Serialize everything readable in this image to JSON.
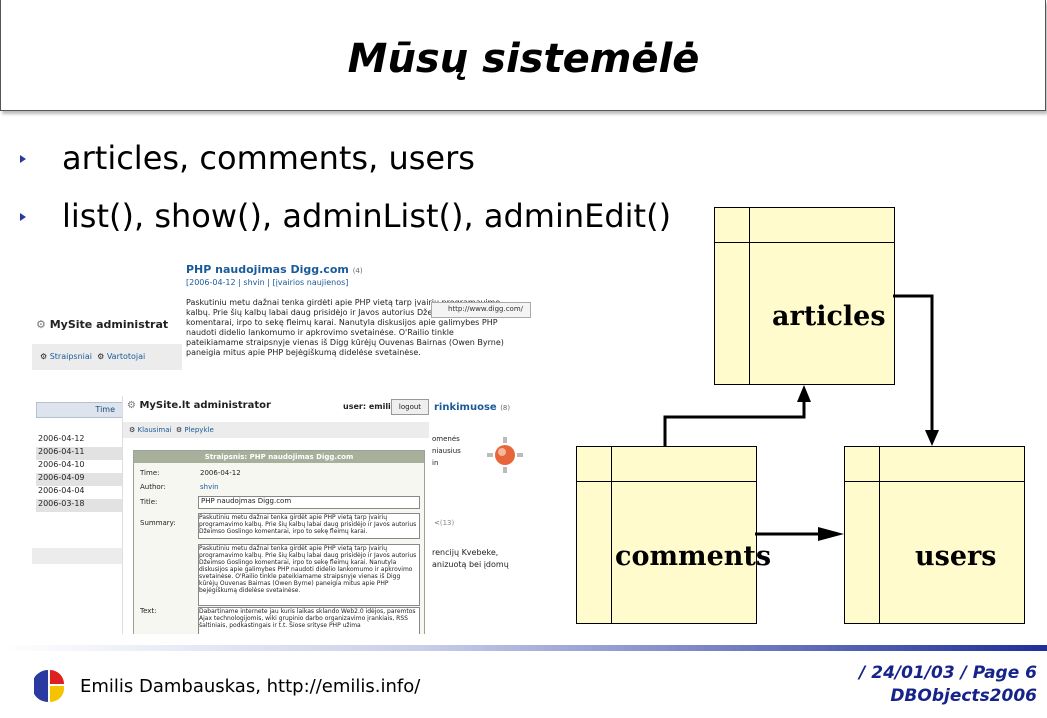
{
  "title": "Mūsų sistemėlė",
  "bullets": [
    "articles, comments, users",
    "list(), show(), adminList(), adminEdit()"
  ],
  "screenshot": {
    "article_title": "PHP naudojimas Digg.com",
    "article_count": "(4)",
    "article_meta": "[2006-04-12 | shvin | [įvairios naujienos]",
    "article_body": "Paskutiniu metu dažnai tenka girdėti apie PHP vietą tarp įvairių programavimo kalbų. Prie šių kalbų labai daug prisidėjo ir Javos autorius Džeimso Goslingo komentarai, irpo to sekę fleimų karai. Nanutyla diskusijos apie galimybes PHP naudoti didelio lankomumo ir apkrovimo svetainėse. O'Railio tinkle pateikiamame straipsnyje vienas iš Digg kūrėjų Ouvenas Bairnas (Owen Byrne) paneigia mitus apie PHP bejėgiškumą didelėse svetainėse.",
    "digg_url": "http://www.digg.com/",
    "mysite_header": "MySite administrat",
    "nav_articles": "Straipsniai",
    "nav_users": "Vartotojai",
    "time_header": "Time",
    "dates": [
      "2006-04-12",
      "2006-04-11",
      "2006-04-10",
      "2006-04-09",
      "2006-04-04",
      "2006-03-18"
    ],
    "admin_header": "MySite.lt administrator",
    "user_label": "user: emilis",
    "logout": "logout",
    "tab_questions": "Klausimai",
    "tab_plepykle": "Plepykle",
    "form_title": "Straipsnis: PHP naudojimas Digg.com",
    "form_time_label": "Time:",
    "form_time_value": "2006-04-12",
    "form_author_label": "Author:",
    "form_author_value": "shvin",
    "form_title_label": "Title:",
    "form_title_value": "PHP naudojmas Digg.com",
    "form_summary_label": "Summary:",
    "form_summary_value": "Paskutiniu metu dažnai tenka girdėt apie PHP vietą tarp įvairių programavimo kalbų. Prie šių kalbų labai daug prisidėjo ir Javos autorius Džeimso Goslingo komentarai, irpo to sekę fleimų karai.",
    "form_summary_value2": "Paskutiniu metu dažnai tenka girdėt apie PHP vietą tarp įvairių programavimo kalbų. Prie šių kalbų labai daug prisidėjo ir Javos autorius Džeimso Goslingo komentarai, irpo to sekę fleimų karai. Nanutyla diskusijos apie galimybes PHP naudoti didelio lankomumo ir apkrovimo svetainėse. O'Railio tinkle pateikiamame straipsnyje vienas iš Digg kūrėjų Ouvenas Bairnas (Owen Byrne) paneigia mitus apie PHP bejėgiškumą didelėse svetainėse.",
    "form_text_label": "Text:",
    "form_text_value": "Dabartiname internete jau kuris laikas sklando Web2.0 idėjos, paremtos Ajax technologijomis, wiki grupinio darbo organizavimo įrankiais, RSS šaltiniais, podkastingais ir t.t. Šiose srityse PHP užima",
    "side_heading": "rinkimuose",
    "side_heading_count": "(8)",
    "side_text1": "omenės",
    "side_text2": "niausius",
    "side_text3": "in",
    "side_count2": "(13)",
    "side_text4": "rencijų Kvebeke,",
    "side_text5": "anizuotą bei įdomų"
  },
  "diagram": {
    "tables": [
      "articles",
      "comments",
      "users"
    ]
  },
  "footer": {
    "author": "Emilis Dambauskas, http://emilis.info/",
    "page_info": "/  24/01/03  /  Page 6",
    "project": "DBObjects2006"
  }
}
